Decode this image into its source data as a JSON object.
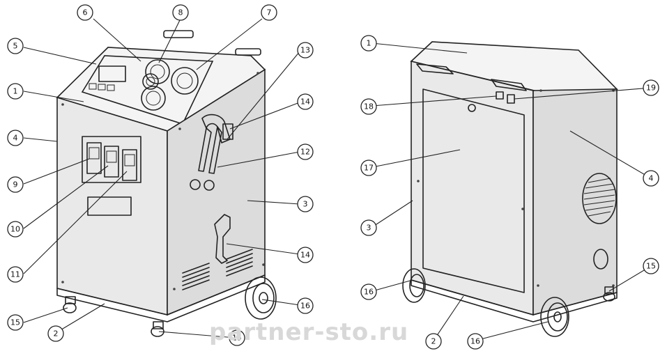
{
  "watermark": "partner-sto.ru",
  "callouts": {
    "c1": "1",
    "c2": "2",
    "c3": "3",
    "c4": "4",
    "c5": "5",
    "c6": "6",
    "c7": "7",
    "c8": "8",
    "c9": "9",
    "c10": "10",
    "c11": "11",
    "c12": "12",
    "c13": "13",
    "c14a": "14",
    "c14b": "14",
    "c15a": "15",
    "c15b": "15",
    "c16": "16",
    "r1": "1",
    "r2": "2",
    "r3": "3",
    "r4": "4",
    "r15": "15",
    "r16a": "16",
    "r16b": "16",
    "r17": "17",
    "r18": "18",
    "r19": "19"
  }
}
